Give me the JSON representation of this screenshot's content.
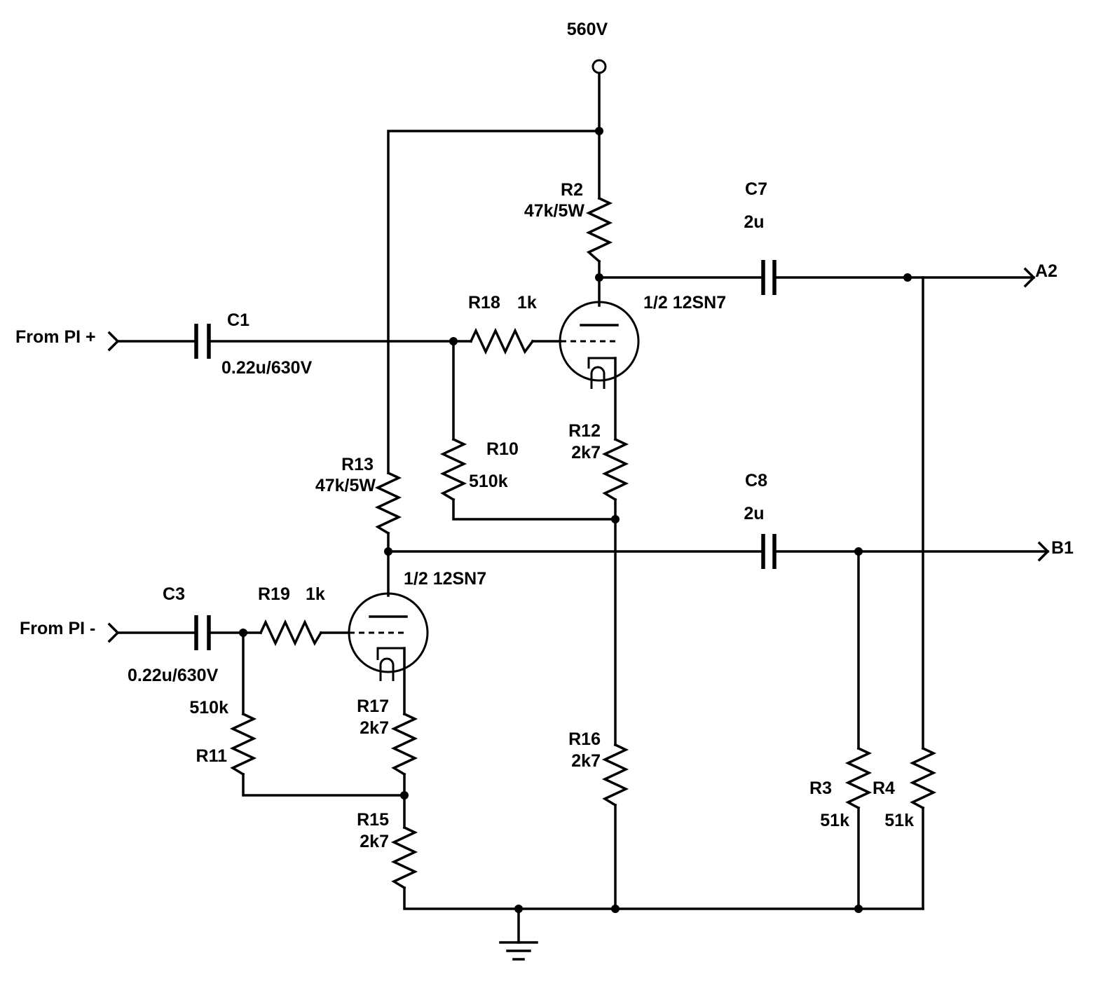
{
  "supply": {
    "label": "560V"
  },
  "inputs": {
    "plus": {
      "label": "From PI +"
    },
    "minus": {
      "label": "From PI -"
    }
  },
  "outputs": {
    "a2": {
      "label": "A2"
    },
    "b1": {
      "label": "B1"
    }
  },
  "capacitors": {
    "c1": {
      "ref": "C1",
      "value": "0.22u/630V"
    },
    "c3": {
      "ref": "C3",
      "value": "0.22u/630V"
    },
    "c7": {
      "ref": "C7",
      "value": "2u"
    },
    "c8": {
      "ref": "C8",
      "value": "2u"
    }
  },
  "resistors": {
    "r2": {
      "ref": "R2",
      "value": "47k/5W"
    },
    "r13": {
      "ref": "R13",
      "value": "47k/5W"
    },
    "r18": {
      "ref": "R18",
      "value": "1k"
    },
    "r19": {
      "ref": "R19",
      "value": "1k"
    },
    "r10": {
      "ref": "R10",
      "value": "510k"
    },
    "r11": {
      "ref": "R11",
      "value": "510k"
    },
    "r12": {
      "ref": "R12",
      "value": "2k7"
    },
    "r17": {
      "ref": "R17",
      "value": "2k7"
    },
    "r15": {
      "ref": "R15",
      "value": "2k7"
    },
    "r16": {
      "ref": "R16",
      "value": "2k7"
    },
    "r3": {
      "ref": "R3",
      "value": "51k"
    },
    "r4": {
      "ref": "R4",
      "value": "51k"
    }
  },
  "tubes": {
    "upper": {
      "label": "1/2 12SN7"
    },
    "lower": {
      "label": "1/2 12SN7"
    }
  }
}
